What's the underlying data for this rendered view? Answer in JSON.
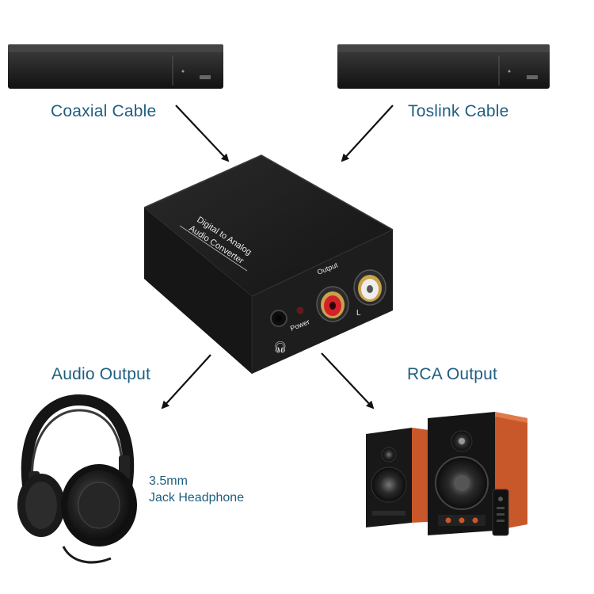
{
  "labels": {
    "coaxial": "Coaxial Cable",
    "toslink": "Toslink Cable",
    "audio_output": "Audio Output",
    "rca_output": "RCA Output",
    "jack_line1": "3.5mm",
    "jack_line2": "Jack Headphone"
  },
  "device": {
    "top_line1": "Digital to Analog",
    "top_line2": "Audio Converter",
    "output_label": "Output",
    "power_label": "Power",
    "left_label": "L"
  },
  "colors": {
    "label_text": "#1f5e80",
    "arrow": "#111111",
    "device_body": "#1b1b1b",
    "rca_red": "#d4202a",
    "rca_white": "#eeeeee",
    "speaker_wood": "#c8572a"
  }
}
